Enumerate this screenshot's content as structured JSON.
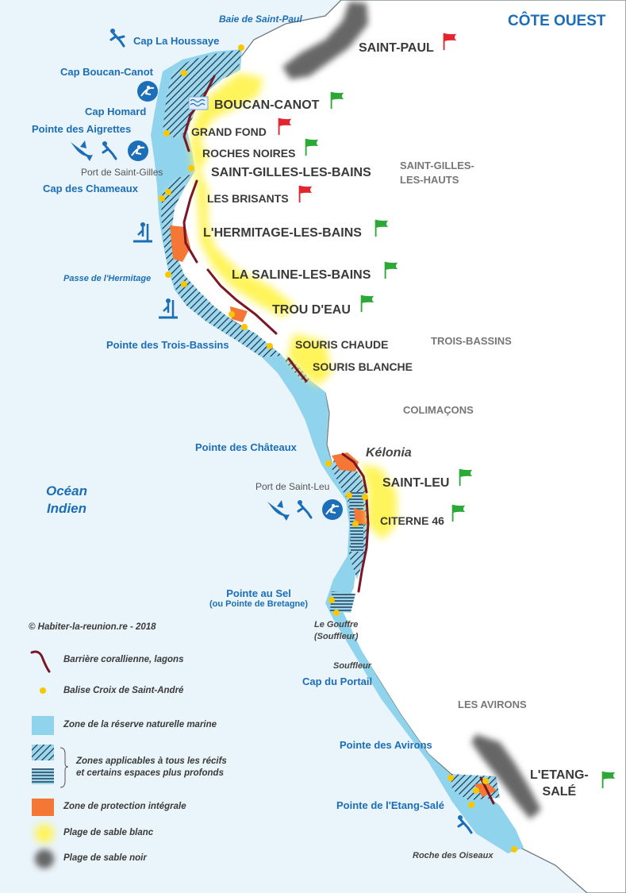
{
  "title": "CÔTE OUEST",
  "ocean_label": [
    "Océan",
    "Indien"
  ],
  "copyright": "© Habiter-la-reunion.re - 2018",
  "colors": {
    "land": "#ffffff",
    "sea": "#eaf4fb",
    "reserve": "#8fd3ec",
    "integral": "#f47735",
    "white_sand": "#fff45a",
    "black_sand": "#666666",
    "coral": "#7a1625",
    "buoy": "#f7c800",
    "flag_green": "#2ca836",
    "flag_red": "#e3262e",
    "blue_text": "#1b6eb7"
  },
  "coastal_points": {
    "baie_st_paul": "Baie de Saint-Paul",
    "cap_houssaye": "Cap La Houssaye",
    "cap_boucan": "Cap Boucan-Canot",
    "cap_homard": "Cap Homard",
    "pointe_aigrettes": "Pointe des Aigrettes",
    "cap_chameaux": "Cap des Chameaux",
    "passe_hermitage": "Passe de l'Hermitage",
    "pointe_trois_bassins": "Pointe des Trois-Bassins",
    "pointe_chateaux": "Pointe des Châteaux",
    "pointe_sel": "Pointe au Sel",
    "pointe_sel_alt": "(ou Pointe de Bretagne)",
    "cap_portail": "Cap du Portail",
    "pointe_avirons": "Pointe des Avirons",
    "pointe_etang": "Pointe de l'Etang-Salé"
  },
  "ports": {
    "port_st_gilles": "Port de Saint-Gilles",
    "port_st_leu": "Port de Saint-Leu",
    "gouffre": [
      "Le Gouffre",
      "(Souffleur)"
    ],
    "souffleur": "Souffleur",
    "roche_oiseaux": "Roche des Oiseaux"
  },
  "beaches": {
    "saint_paul": "SAINT-PAUL",
    "boucan": "BOUCAN-CANOT",
    "grand_fond": "GRAND FOND",
    "roches_noires": "ROCHES NOIRES",
    "st_gilles": "SAINT-GILLES-LES-BAINS",
    "brisants": "LES BRISANTS",
    "hermitage": "L'HERMITAGE-LES-BAINS",
    "saline": "LA SALINE-LES-BAINS",
    "trou_eau": "TROU D'EAU",
    "souris_chaude": "SOURIS CHAUDE",
    "souris_blanche": "SOURIS BLANCHE",
    "kelonia": "Kélonia",
    "saint_leu": "SAINT-LEU",
    "citerne": "CITERNE 46",
    "etang_sale": [
      "L'ETANG-",
      "SALÉ"
    ]
  },
  "towns": {
    "st_gilles_hauts": [
      "SAINT-GILLES-",
      "LES-HAUTS"
    ],
    "trois_bassins": "TROIS-BASSINS",
    "colimacons": "COLIMAÇONS",
    "avirons": "LES AVIRONS"
  },
  "legend": {
    "coral": "Barrière corallienne, lagons",
    "buoy": "Balise Croix de Saint-André",
    "reserve": "Zone de la réserve naturelle marine",
    "zones": [
      "Zones applicables à tous les récifs",
      "et certains espaces plus profonds"
    ],
    "integral": "Zone de protection intégrale",
    "white_sand": "Plage de sable blanc",
    "black_sand": "Plage de sable noir"
  },
  "flags": [
    {
      "beach": "SAINT-PAUL",
      "status": "red"
    },
    {
      "beach": "BOUCAN-CANOT",
      "status": "green"
    },
    {
      "beach": "GRAND FOND",
      "status": "red"
    },
    {
      "beach": "ROCHES NOIRES",
      "status": "green"
    },
    {
      "beach": "LES BRISANTS",
      "status": "red"
    },
    {
      "beach": "L'HERMITAGE-LES-BAINS",
      "status": "green"
    },
    {
      "beach": "LA SALINE-LES-BAINS",
      "status": "green"
    },
    {
      "beach": "TROU D'EAU",
      "status": "green"
    },
    {
      "beach": "SAINT-LEU",
      "status": "green"
    },
    {
      "beach": "CITERNE 46",
      "status": "green"
    },
    {
      "beach": "L'ETANG-SALÉ",
      "status": "green"
    }
  ],
  "activity_icons": [
    "diver-icon",
    "surfer-icon",
    "marlin-icon",
    "paddle-icon"
  ]
}
